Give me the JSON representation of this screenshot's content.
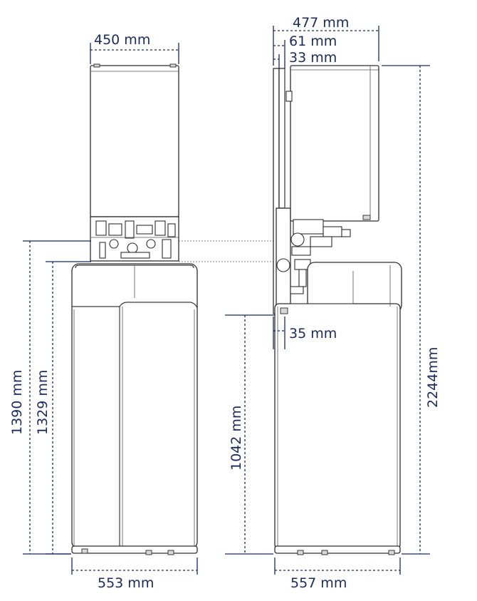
{
  "dimensions": {
    "front_boiler_width": "450 mm",
    "front_cylinder_width": "553 mm",
    "front_height_connection": "1390 mm",
    "front_height_cylinder": "1329 mm",
    "side_total_depth": "477 mm",
    "side_offset_61": "61 mm",
    "side_offset_33": "33 mm",
    "side_offset_35": "35 mm",
    "side_height_bracket": "1042 mm",
    "side_total_height": "2244mm",
    "side_cylinder_depth": "557 mm"
  },
  "colors": {
    "dimension_line": "#1a2a5c",
    "outline": "#2e2e2e"
  }
}
